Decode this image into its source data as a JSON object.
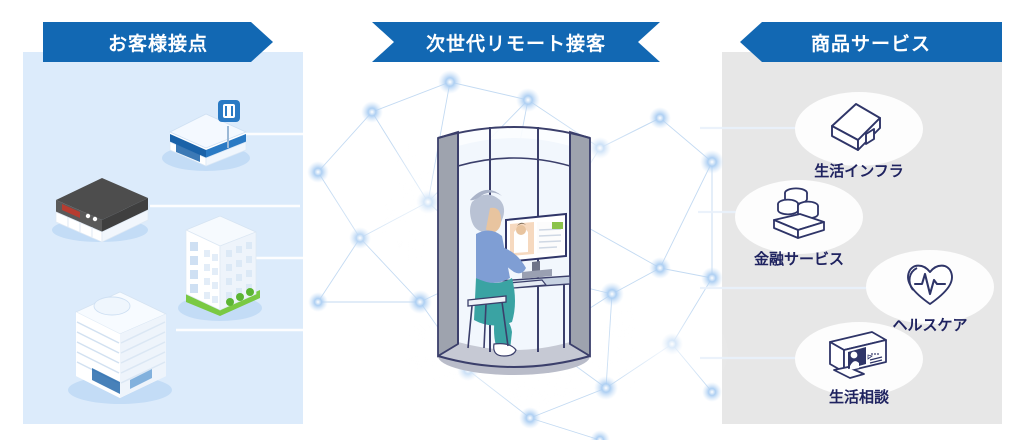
{
  "diagram": {
    "title": "次世代リモート接客",
    "colors": {
      "banner_blue": "#1268b3",
      "panel_left_bg": "#dcebfb",
      "panel_right_bg": "#e7e7e7",
      "label_navy": "#1f2360",
      "network_node": "#7fb4ea"
    }
  },
  "banners": {
    "customer": {
      "label": "お客様接点"
    },
    "remote": {
      "label": "次世代リモート接客"
    },
    "product": {
      "label": "商品サービス"
    }
  },
  "left_panel": {
    "buildings": [
      {
        "name": "convenience-store",
        "alt": "コンビニエンスストア"
      },
      {
        "name": "retail-shop",
        "alt": "店舗"
      },
      {
        "name": "office-building",
        "alt": "オフィスビル"
      },
      {
        "name": "headquarters-building",
        "alt": "本社ビル"
      }
    ]
  },
  "center_panel": {
    "booth": {
      "alt": "リモート接客ブース",
      "occupant": "来店客",
      "screen_content": "オペレーター映像と資料画面"
    }
  },
  "right_panel": {
    "services": [
      {
        "icon": "house-icon",
        "label": "生活インフラ"
      },
      {
        "icon": "coins-icon",
        "label": "金融サービス"
      },
      {
        "icon": "heart-pulse-icon",
        "label": "ヘルスケア"
      },
      {
        "icon": "monitor-consult-icon",
        "label": "生活相談"
      }
    ]
  }
}
